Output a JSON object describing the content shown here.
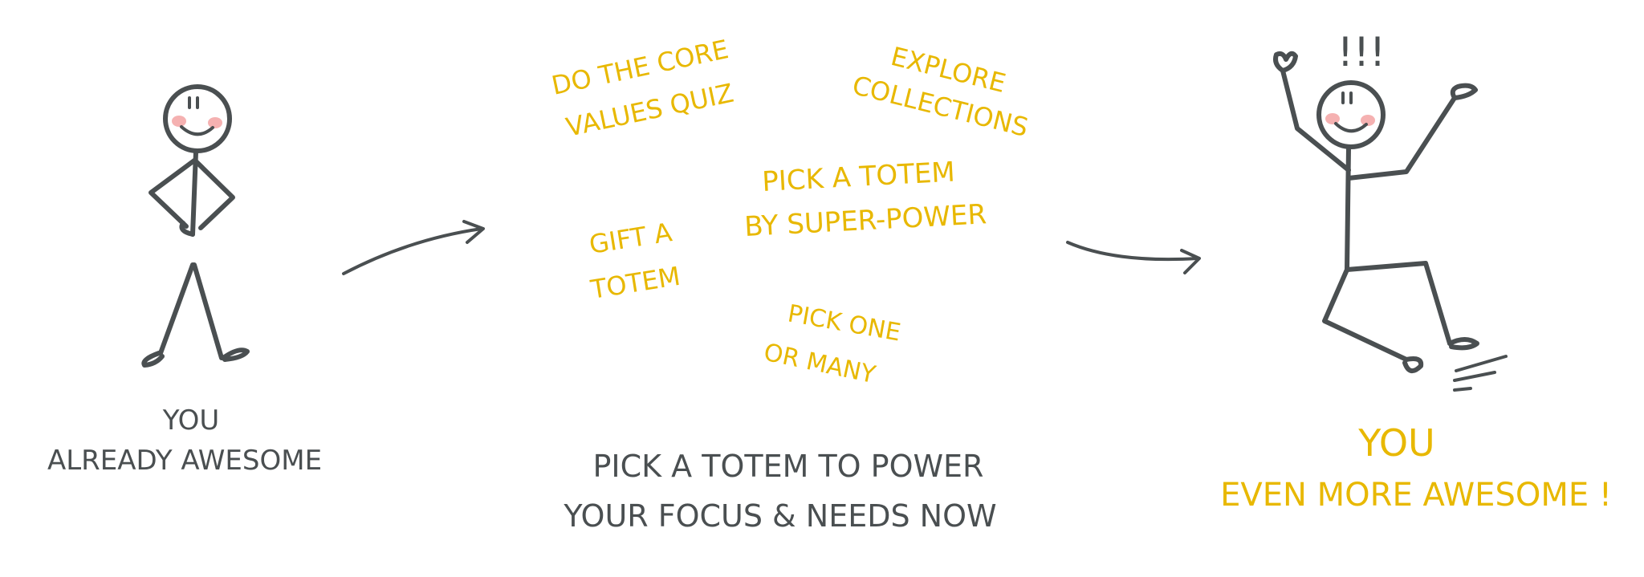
{
  "colors": {
    "ink": "#4a4f51",
    "accent": "#e8b800",
    "cheek": "#f3a3a3"
  },
  "left": {
    "line1": "YOU",
    "line2": "ALREADY AWESOME"
  },
  "middle": {
    "options": {
      "quiz_line1": "DO THE CORE",
      "quiz_line2": "VALUES QUIZ",
      "explore_line1": "EXPLORE",
      "explore_line2": "COLLECTIONS",
      "pick_line1": "PICK A TOTEM",
      "pick_line2": "BY SUPER-POWER",
      "gift_line1": "GIFT A",
      "gift_line2": "TOTEM",
      "many_line1": "PICK ONE",
      "many_line2": "OR MANY"
    },
    "caption_line1": "PICK A TOTEM TO POWER",
    "caption_line2": "YOUR FOCUS & NEEDS NOW"
  },
  "right": {
    "exclaim": "!!!",
    "line1": "YOU",
    "line2": "EVEN MORE AWESOME !"
  }
}
